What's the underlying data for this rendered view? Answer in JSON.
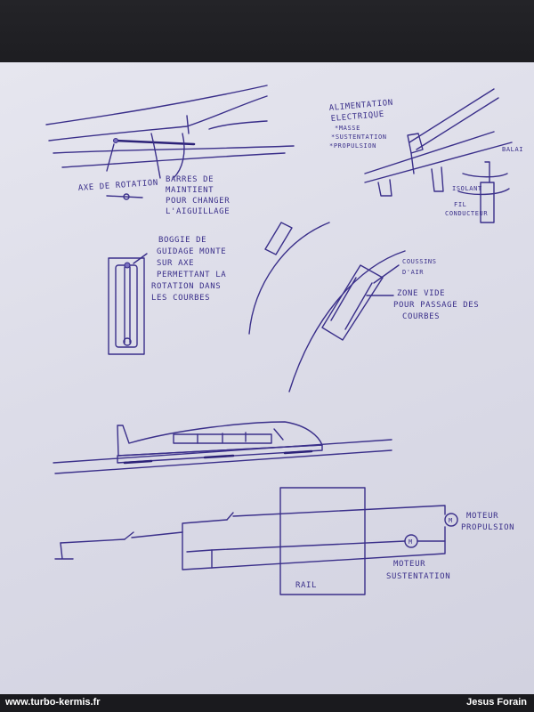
{
  "sketch": {
    "switch_labels": {
      "axis": "AXE DE ROTATION",
      "bars_line1": "BARRES DE",
      "bars_line2": "MAINTIENT",
      "bars_line3": "POUR CHANGER",
      "bars_line4": "L'AIGUILLAGE"
    },
    "power_labels": {
      "line1": "ALIMENTATION",
      "line2": "ELECTRIQUE",
      "line3": "*MASSE",
      "line4": "*SUSTENTATION",
      "line5": "*PROPULSION",
      "balai": "BALAI",
      "isolant": "ISOLANT",
      "fil1": "FIL",
      "fil2": "CONDUCTEUR"
    },
    "bogie_labels": {
      "line1": "BOGGIE DE",
      "line2": "GUIDAGE MONTE",
      "line3": "SUR AXE",
      "line4": "PERMETTANT LA",
      "line5": "ROTATION DANS",
      "line6": "LES COURBES"
    },
    "curve_labels": {
      "cushion1": "COUSSINS",
      "cushion2": "D'AIR",
      "empty1": "ZONE VIDE",
      "empty2": "POUR PASSAGE DES",
      "empty3": "COURBES"
    },
    "circuit_labels": {
      "motor_prop1": "MOTEUR",
      "motor_prop2": "PROPULSION",
      "motor_sust1": "MOTEUR",
      "motor_sust2": "SUSTENTATION",
      "rail": "RAIL",
      "motor_symbol": "M"
    }
  },
  "footer": {
    "website": "www.turbo-kermis.fr",
    "author": "Jesus Forain"
  }
}
